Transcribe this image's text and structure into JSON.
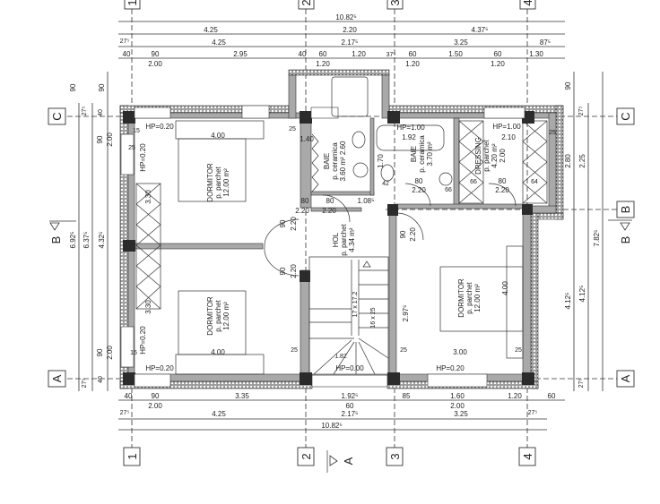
{
  "grid": {
    "columns": [
      "1",
      "2",
      "3",
      "4"
    ],
    "rows": [
      "C",
      "B",
      "A"
    ],
    "sections": {
      "left": "B",
      "right": "B",
      "bottom": "A"
    }
  },
  "dims_top": {
    "overall": "10.82⁵",
    "row1": [
      "4.25",
      "2.20",
      "4.37⁵"
    ],
    "row2": [
      "27⁵",
      "4.25",
      "2.17⁵",
      "3.25",
      "87⁵"
    ],
    "row3": [
      "40",
      "90",
      "2.95",
      "40",
      "60",
      "1.20",
      "37⁵",
      "60",
      "1.50",
      "60",
      "1.30"
    ],
    "row3_sub": [
      "2.00",
      "1.20",
      "1.20",
      "1.20"
    ]
  },
  "dims_bottom": {
    "row1": [
      "40",
      "90",
      "3.35",
      "1.92⁵",
      "85",
      "1.60",
      "1.20",
      "60"
    ],
    "row1_sub": [
      "2.00",
      "60",
      "2.00"
    ],
    "row2": [
      "27⁵",
      "4.25",
      "2.17⁵",
      "3.25",
      "27⁵"
    ],
    "overall": "10.82⁵"
  },
  "dims_left": {
    "overall": "6.92⁵",
    "mid": "6.37⁵",
    "inner": [
      "90",
      "27⁵",
      "40",
      "90",
      "2.00",
      "4.32⁵",
      "90",
      "2.00",
      "40",
      "27⁵"
    ],
    "top_90": [
      "90",
      "90"
    ]
  },
  "dims_right": {
    "top_90": "90",
    "col1": [
      "27⁵",
      "2.80",
      "4.12⁵",
      "27⁵"
    ],
    "col2": [
      "2.25",
      "4.12⁵"
    ],
    "overall": "7.82⁵"
  },
  "rooms": [
    {
      "name": "DORMITOR",
      "floor": "p. parchet",
      "area": "12.00 m²"
    },
    {
      "name": "DORMITOR",
      "floor": "p. parchet",
      "area": "12.00 m²"
    },
    {
      "name": "BAIE",
      "floor": "p. ceramica",
      "area": "3.60 m² 2.60"
    },
    {
      "name": "BAIE",
      "floor": "p. ceramica",
      "area": "3.70 m²"
    },
    {
      "name": "DRESSING",
      "floor": "p. parchet",
      "area": "4.20 m²",
      "extra": "2.00"
    },
    {
      "name": "HOL",
      "floor": "p. parchet",
      "area": "4.34 m²"
    },
    {
      "name": "DORMITOR",
      "floor": "p. parchet",
      "area": "12.00 m²"
    }
  ],
  "sill_heights": [
    "HP=0.20",
    "HP=0.20",
    "HP=0.20",
    "HP=0.20",
    "HP=0.00",
    "HP=0.20",
    "HP=1.00",
    "HP=1.00"
  ],
  "interior_dims": {
    "bed_top": "4.00",
    "bed_bottom": "4.00",
    "bed_right_w": "3.00",
    "bed_right_h": "4.00",
    "wardrobe": [
      "3.30",
      "3.30"
    ],
    "bath1_w": "1.40",
    "tub": "1.92",
    "dressing_w": "2.10",
    "bath2_h": "1.70",
    "door_w": [
      "80",
      "80",
      "80",
      "80"
    ],
    "door_h": [
      "2.20",
      "2.20",
      "2.20",
      "2.20"
    ],
    "small": [
      "66",
      "64",
      "42",
      "66",
      "25",
      "25",
      "25",
      "25",
      "25",
      "25",
      "15",
      "15"
    ],
    "hall_door": "1.08⁵",
    "double_door": [
      "90",
      "2.20",
      "90",
      "2.20"
    ],
    "hall_right": [
      "90",
      "2.20",
      "2.97⁵"
    ],
    "stair": [
      "17 x 17.2",
      "16 x 25",
      "1.82"
    ]
  }
}
